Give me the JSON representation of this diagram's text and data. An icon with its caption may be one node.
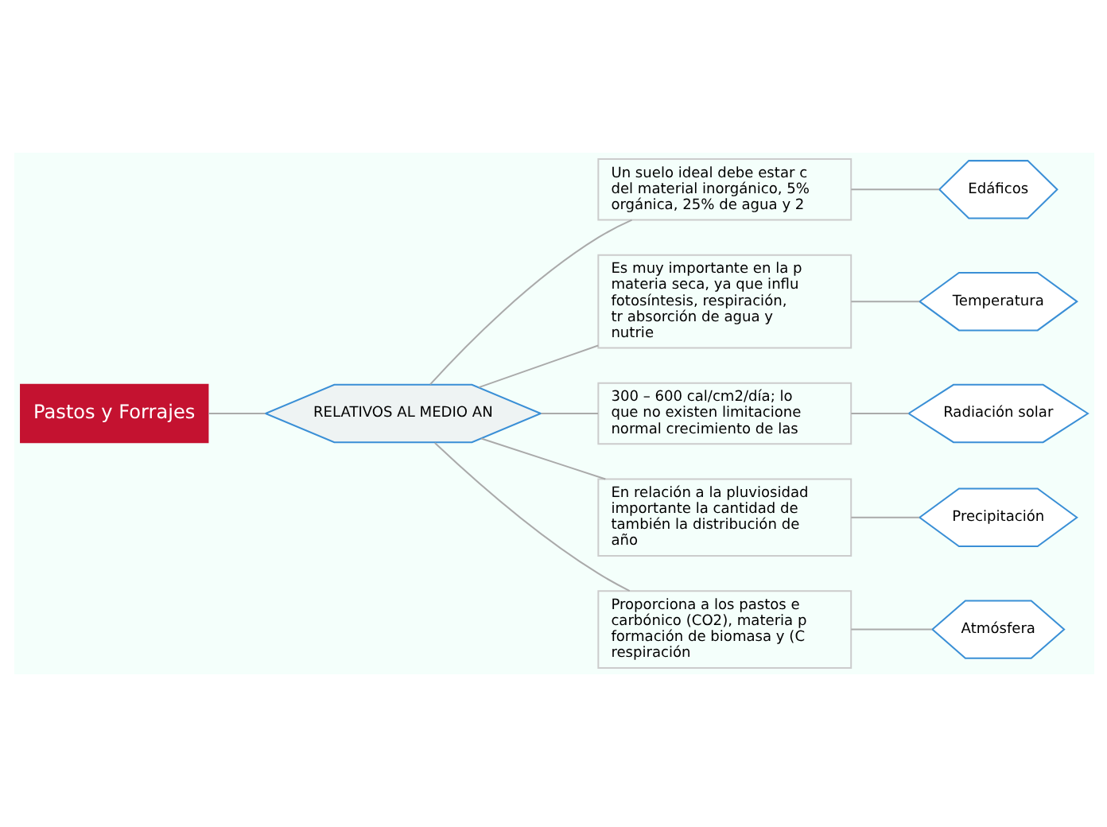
{
  "diagram": {
    "nodes": [
      {
        "text": [
          "Pastos y Forrajes"
        ]
      },
      {
        "text": [
          "RELATIVOS AL MEDIO AN"
        ]
      },
      {
        "text": [
          "Un suelo ideal debe estar c del material inorgánico, 5% orgánica, 25% de agua y 2"
        ]
      },
      {
        "text": [
          "Edáficos"
        ]
      },
      {
        "text": [
          "Es muy importante en la p materia seca, ya que influ fotosíntesis, respiración, tr absorción de agua y nutrie"
        ]
      },
      {
        "text": [
          "Temperatura"
        ]
      },
      {
        "text": [
          "300 – 600 cal/cm2/día; lo que no existen limitacione normal crecimiento de las"
        ]
      },
      {
        "text": [
          "Radiación solar"
        ]
      },
      {
        "text": [
          "En relación a la pluviosidad importante la cantidad de también la distribución de año"
        ]
      },
      {
        "text": [
          "Precipitación"
        ]
      },
      {
        "text": [
          "Proporciona a los pastos e carbónico (CO2), materia p formación de biomasa y (C respiración"
        ]
      },
      {
        "text": [
          "Atmósfera"
        ]
      }
    ],
    "edges": [
      {
        "from": 0,
        "to": 1,
        "arrow": "none"
      },
      {
        "from": 1,
        "to": 2,
        "arrow": "none"
      },
      {
        "from": 2,
        "to": 3,
        "arrow": "none"
      },
      {
        "from": 1,
        "to": 4,
        "arrow": "none"
      },
      {
        "from": 4,
        "to": 5,
        "arrow": "none"
      },
      {
        "from": 1,
        "to": 6,
        "arrow": "none"
      },
      {
        "from": 6,
        "to": 7,
        "arrow": "none"
      },
      {
        "from": 1,
        "to": 8,
        "arrow": "none"
      },
      {
        "from": 8,
        "to": 9,
        "arrow": "none"
      },
      {
        "from": 1,
        "to": 10,
        "arrow": "none"
      },
      {
        "from": 10,
        "to": 11,
        "arrow": "none"
      }
    ]
  }
}
